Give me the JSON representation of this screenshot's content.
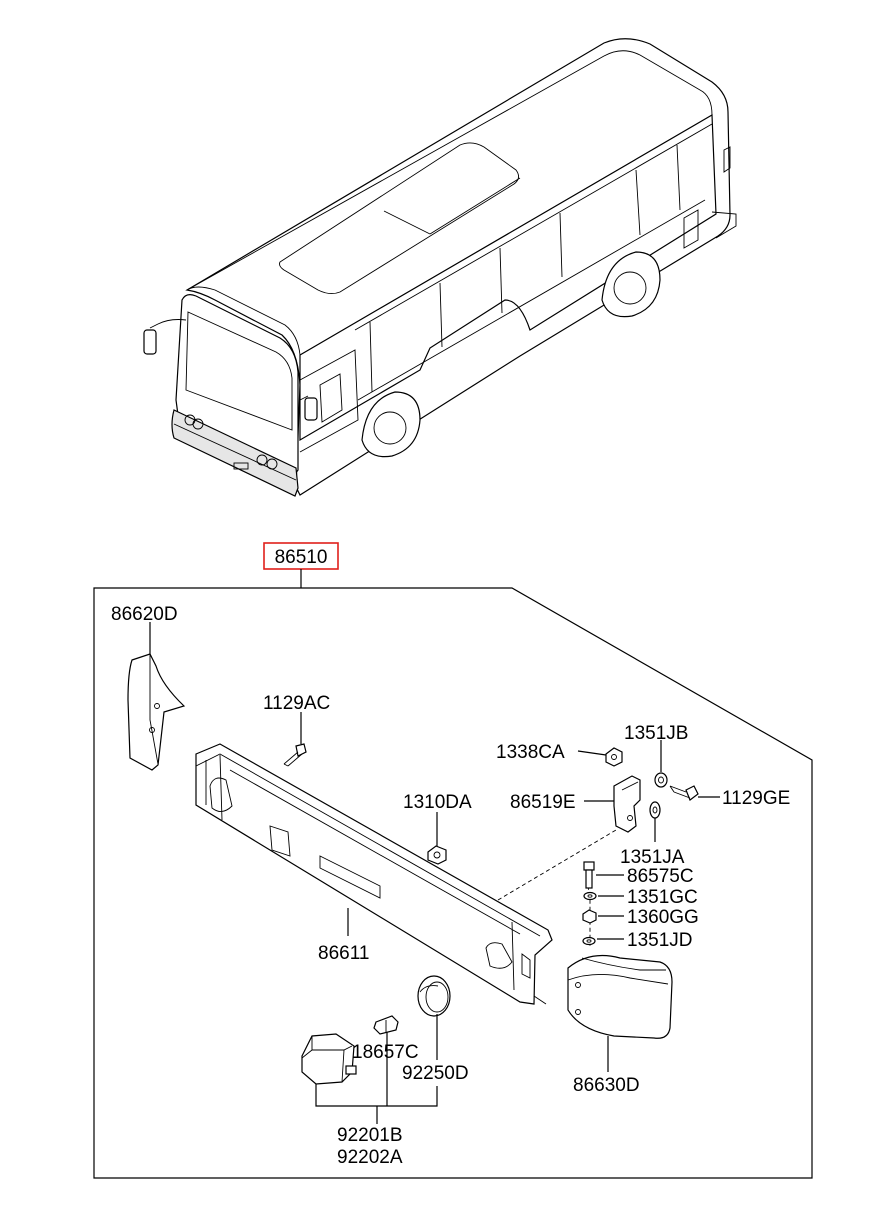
{
  "assembly": {
    "number": "86510",
    "highlight_color": "#e0201b"
  },
  "parts": {
    "p86620D": "86620D",
    "p1129AC": "1129AC",
    "p1338CA": "1338CA",
    "p1351JB": "1351JB",
    "p86519E": "86519E",
    "p1129GE": "1129GE",
    "p1310DA": "1310DA",
    "p1351JA": "1351JA",
    "p86575C": "86575C",
    "p1351GC": "1351GC",
    "p1360GG": "1360GG",
    "p1351JD": "1351JD",
    "p86611": "86611",
    "p86630D": "86630D",
    "p18657C": "18657C",
    "p92250D": "92250D",
    "p92201B": "92201B",
    "p92202A": "92202A"
  }
}
